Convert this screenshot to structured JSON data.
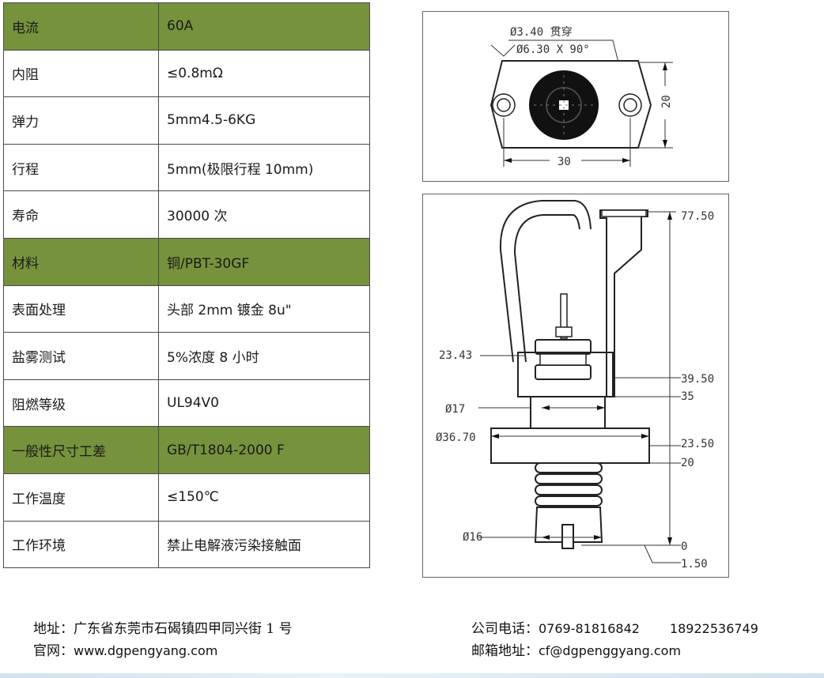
{
  "specs": [
    {
      "label": "电流",
      "value": "60A",
      "highlight": true
    },
    {
      "label": "内阻",
      "value": "≤0.8mΩ",
      "highlight": false
    },
    {
      "label": "弹力",
      "value": "5mm4.5-6KG",
      "highlight": false
    },
    {
      "label": "行程",
      "value": "5mm(极限行程 10mm)",
      "highlight": false
    },
    {
      "label": "寿命",
      "value": "30000 次",
      "highlight": false
    },
    {
      "label": "材料",
      "value": "铜/PBT-30GF",
      "highlight": true
    },
    {
      "label": "表面处理",
      "value": "头部 2mm 镀金 8u\"",
      "highlight": false
    },
    {
      "label": "盐雾测试",
      "value": "5%浓度 8 小时",
      "highlight": false
    },
    {
      "label": "阻燃等级",
      "value": "UL94V0",
      "highlight": false
    },
    {
      "label": "一般性尺寸工差",
      "value": "GB/T1804-2000 F",
      "highlight": true
    },
    {
      "label": "工作温度",
      "value": "≤150℃",
      "highlight": false
    },
    {
      "label": "工作环境",
      "value": "禁止电解液污染接触面",
      "highlight": false
    }
  ],
  "top_view": {
    "hole_note": "Ø3.40 贯穿",
    "countersink_note": "Ø6.30 X 90°",
    "width_dim": "30",
    "height_dim": "20"
  },
  "front_view": {
    "dims": {
      "d_23_43": "23.43",
      "d_17": "Ø17",
      "d_36_70": "Ø36.70",
      "d_16": "Ø16",
      "h_77_50": "77.50",
      "h_39_50": "39.50",
      "h_35": "35",
      "h_23_50": "23.50",
      "h_20": "20",
      "h_0": "0",
      "h_1_50": "1.50"
    }
  },
  "footer": {
    "address_label": "地址：",
    "address": "广东省东莞市石碣镇四甲同兴街 1 号",
    "website_label": "官网：",
    "website": "www.dgpengyang.com",
    "phone_label": "公司电话：",
    "phone": "0769-81816842",
    "mobile": "18922536749",
    "email_label": "邮箱地址：",
    "email": "cf@dgpenggyang.com"
  },
  "colors": {
    "highlight_row": "#76923c",
    "border": "#4a4a4a"
  }
}
